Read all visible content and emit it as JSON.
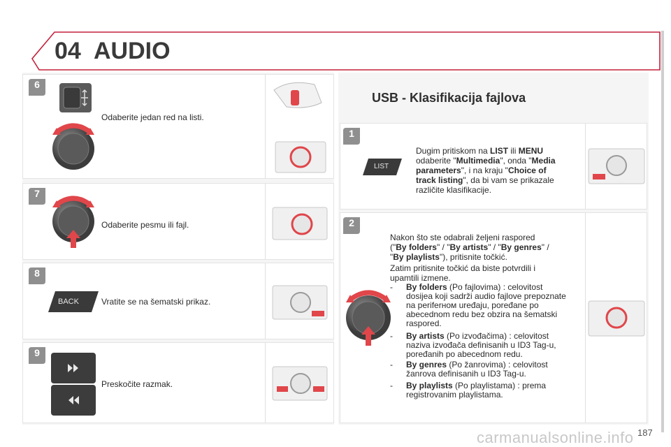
{
  "header": {
    "chapter_number": "04",
    "chapter_title": "AUDIO"
  },
  "steps_left": [
    {
      "number": "6",
      "text": "Odaberite jedan red na listi."
    },
    {
      "number": "7",
      "text": "Odaberite pesmu ili fajl."
    },
    {
      "number": "8",
      "button_label": "BACK",
      "text": "Vratite se na šematski prikaz."
    },
    {
      "number": "9",
      "text": "Preskočite razmak."
    }
  ],
  "usb": {
    "title": "USB - Klasifikacija fajlova",
    "step1": {
      "number": "1",
      "button_label": "LIST",
      "p1": "Dugim pritiskom na ",
      "b1": "LIST",
      "p2": " ili ",
      "b2": "MENU",
      "line2a": "odaberite \"",
      "b3": "Multimedia",
      "line2b": "\", onda \"",
      "b4": "Media",
      "b5": "parameters",
      "line3a": "\", i na kraju \"",
      "b6": "Choice of",
      "b7": "track listing",
      "line4a": "\", da bi vam se prikazale",
      "line5": "različite klasifikacije."
    },
    "step2": {
      "number": "2",
      "intro1": "Nakon što ste odabrali željeni raspored",
      "intro2a": "(\"",
      "f1": "By folders",
      "sep1": "\" / \"",
      "f2": "By artists",
      "sep2": "\" / \"",
      "f3": "By genres",
      "intro2b": "\" /",
      "intro3a": "\"",
      "f4": "By playlists",
      "intro3b": "\"), pritisnite točkić.",
      "confirm1": "Zatim pritisnite točkić da biste potvrdili i",
      "confirm2": "upamtili izmene.",
      "dash": "-",
      "bullets": [
        {
          "term": "By folders",
          "desc1": " (Po fajlovima) : celovitost",
          "desc2": "dosijea koji sadrži audio fajlove prepoznate",
          "desc3": "na periferном uređaju, poređane po",
          "desc4": "abecednom redu bez obzira na šematski",
          "desc5": "raspored."
        },
        {
          "term": "By artists",
          "desc1": " (Po izvođačima) : celovitost",
          "desc2": "naziva izvođača definisanih u ID3 Tag-u,",
          "desc3": "poređanih po abecednom redu."
        },
        {
          "term": "By genres",
          "desc1": " (Po žanrovima) : celovitost",
          "desc2": "žanrova definisanih u ID3 Tag-u."
        },
        {
          "term": "By playlists",
          "desc1": " (Po playlistama) : prema",
          "desc2": "registrovanim playlistama."
        }
      ]
    }
  },
  "footer": {
    "page_number": "187",
    "watermark": "carmanualsonline.info"
  },
  "colors": {
    "header_red": "#c4203a",
    "badge_grey": "#8f8f8f",
    "highlight_red": "#e0464a"
  }
}
